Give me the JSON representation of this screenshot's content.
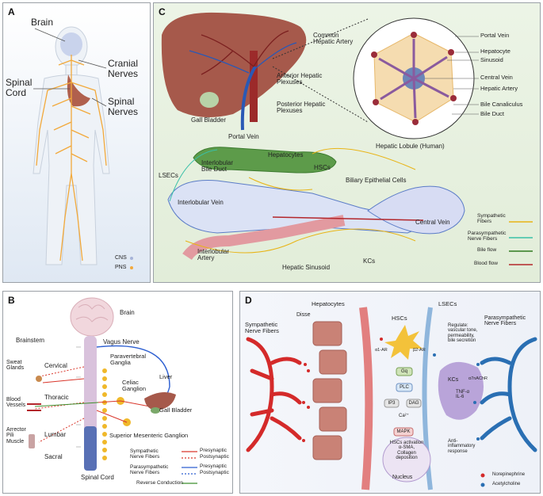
{
  "panelA": {
    "letter": "A",
    "labels": {
      "brain": "Brain",
      "cranial": "Cranial\nNerves",
      "spinal_cord": "Spinal\nCord",
      "spinal_nerves": "Spinal\nNerves"
    },
    "legend": {
      "cns": "CNS",
      "pns": "PNS"
    },
    "colors": {
      "bg": "#dde7f2",
      "nerve": "#f2a93b",
      "liver": "#b0604d"
    }
  },
  "panelB": {
    "letter": "B",
    "labels": {
      "brain": "Brain",
      "brainstem": "Brainstem",
      "vagus": "Vagus Nerve",
      "sweat": "Sweat\nGlands",
      "cervical": "Cervical",
      "paravertebral": "Paravertebral\nGanglia",
      "celiac": "Celiac\nGanglion",
      "liver": "Liver",
      "vessels": "Blood\nVessels",
      "thoracic": "Thoracic",
      "gallbladder": "Gall Bladder",
      "arrector": "Arrector\nPili\nMuscle",
      "lumbar": "Lumbar",
      "sme": "Superior Mesenteric Ganglion",
      "sacral": "Sacral",
      "spinal": "Spinal Cord"
    },
    "legend": {
      "symp": "Sympathetic\nNerve Fibers",
      "parasymp": "Parasympathetic\nNerve Fibers",
      "pre": "Presynaptic",
      "post": "Postsynaptic",
      "reverse": "Reverse Conduction"
    },
    "colors": {
      "symp": "#d9362b",
      "parasymp": "#2d5fd1",
      "reverse": "#3f8f2e",
      "ganglia": "#f0b82a"
    }
  },
  "panelC": {
    "letter": "C",
    "labels": {
      "cha": "Common\nHepatic Artery",
      "aplex": "Anterior Hepatic\nPlexuses",
      "pplex": "Posterior Hepatic\nPlexuses",
      "gallbladder": "Gall Bladder",
      "portal": "Portal Vein",
      "lobule": "Hepatic Lobule (Human)",
      "l_portal": "Portal Vein",
      "l_hepatocyte": "Hepatocyte",
      "l_sinusoid": "Sinusoid",
      "l_central": "Central Vein",
      "l_artery": "Hepatic Artery",
      "l_canal": "Bile Canaliculus",
      "l_duct": "Bile Duct",
      "hepatocytes": "Hepatocytes",
      "hscs": "HSCs",
      "lsecs": "LSECs",
      "ibd": "Interlobular\nBile Duct",
      "bec": "Biliary Epithelial Cells",
      "iv": "Interlobular Vein",
      "cv": "Central Vein",
      "ia": "Interlobular\nArtery",
      "sinusoid": "Hepatic Sinusoid",
      "kcs": "KCs"
    },
    "legend": {
      "symp": "Sympathetic\nFibers",
      "parasymp": "Parasympathetic\nNerve Fibers",
      "bile": "Bile flow",
      "blood": "Blood flow"
    },
    "colors": {
      "symp": "#e8b416",
      "parasymp": "#39c0a8",
      "bile": "#2f7a1f",
      "blood": "#b3262b",
      "liver": "#a6594b"
    }
  },
  "panelD": {
    "letter": "D",
    "labels": {
      "symp": "Sympathetic\nNerve Fibers",
      "disse": "Disse",
      "hepatocytes": "Hepatocytes",
      "hscs": "HSCs",
      "lsecs": "LSECs",
      "parasymp": "Parasympathetic\nNerve Fibers",
      "a1": "α1-AR",
      "b2": "β2-AR",
      "gq": "Gq",
      "plc": "PLC",
      "ip3": "IP3",
      "dag": "DAG",
      "ca": "Ca²⁺",
      "mapk": "MAPK",
      "activation": "HSCs activation\nα-SMA,\nCollagen\ndeposition",
      "nucleus": "Nucleus",
      "kcs": "KCs",
      "a7": "α7nAChR",
      "regulate": "Regulate:\nvascular tone,\npermeability,\nbile secretion",
      "tnf": "TNF-α\nIL-6",
      "antiinf": "Anti-\ninflammatory\nresponse"
    },
    "legend": {
      "ne": "Norepinephrine",
      "ach": "Acetylcholine"
    },
    "colors": {
      "symp": "#d42a2a",
      "parasymp": "#2a6fb3",
      "ne": "#d42a2a",
      "ach": "#2a6fb3",
      "kc": "#b9a4d9",
      "hsc": "#f3c23a"
    }
  }
}
